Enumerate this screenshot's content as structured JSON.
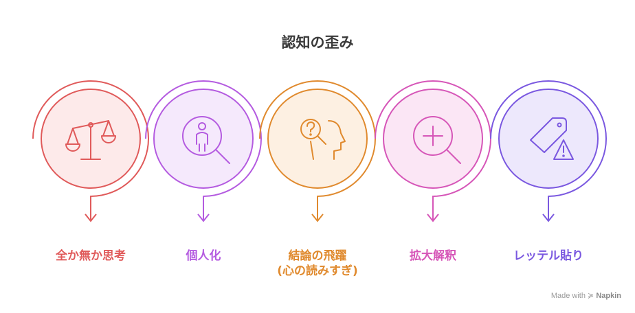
{
  "title": "認知の歪み",
  "steps": [
    {
      "label": "全か無か思考",
      "color": "#e05a5a",
      "fill": "#fdeaea",
      "icon": "balance-scale-icon"
    },
    {
      "label": "個人化",
      "color": "#b45be0",
      "fill": "#f5e9fc",
      "icon": "person-magnifier-icon"
    },
    {
      "label": "結論の飛躍",
      "label2": "(心の読みすぎ)",
      "color": "#e08a2e",
      "fill": "#fdf0e2",
      "icon": "head-question-icon"
    },
    {
      "label": "拡大解釈",
      "color": "#d656b8",
      "fill": "#fbe6f5",
      "icon": "zoom-in-icon"
    },
    {
      "label": "レッテル貼り",
      "color": "#7a58e0",
      "fill": "#ede8fc",
      "icon": "tag-warning-icon"
    }
  ],
  "credit": {
    "prefix": "Made with",
    "brand": "Napkin"
  }
}
